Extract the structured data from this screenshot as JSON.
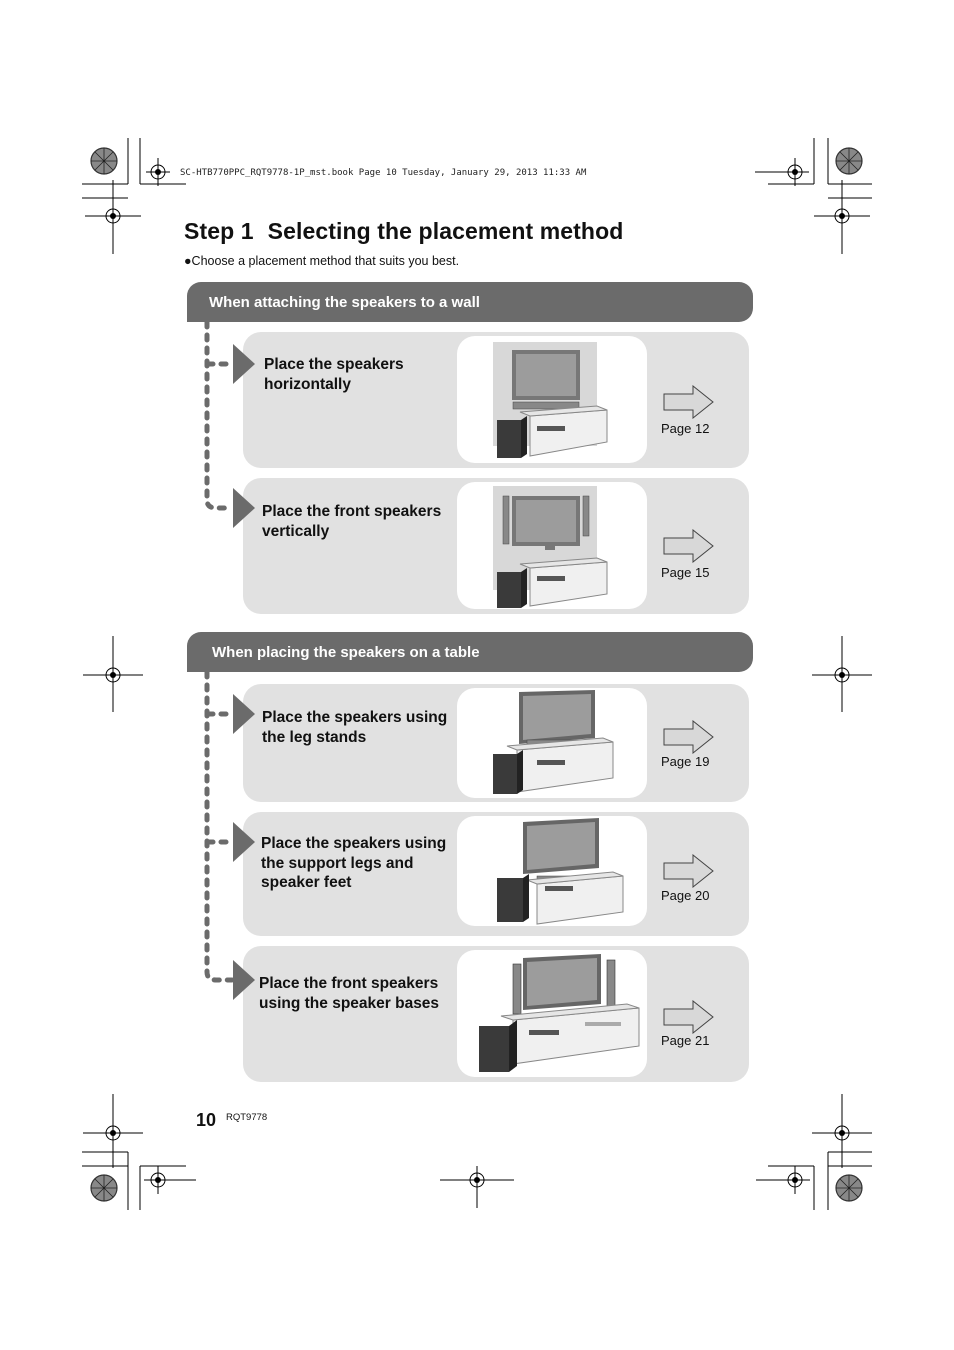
{
  "slug": "SC-HTB770PPC_RQT9778-1P_mst.book  Page 10  Tuesday, January 29, 2013  11:33 AM",
  "title": {
    "step": "Step 1",
    "text": "Selecting the placement method"
  },
  "subtitle": "●Choose a placement method that suits you best.",
  "sections": [
    {
      "heading": "When attaching the speakers to a wall",
      "cards": [
        {
          "label": "Place the speakers horizontally",
          "page": "Page 12"
        },
        {
          "label": "Place the front speakers vertically",
          "page": "Page 15"
        }
      ]
    },
    {
      "heading": "When placing the speakers on a table",
      "cards": [
        {
          "label": "Place the speakers using the leg stands",
          "page": "Page 19"
        },
        {
          "label": "Place the speakers using the support legs and speaker feet",
          "page": "Page 20"
        },
        {
          "label": "Place the front speakers using the speaker bases",
          "page": "Page 21"
        }
      ]
    }
  ],
  "footer": {
    "page_number": "10",
    "code": "RQT9778"
  }
}
